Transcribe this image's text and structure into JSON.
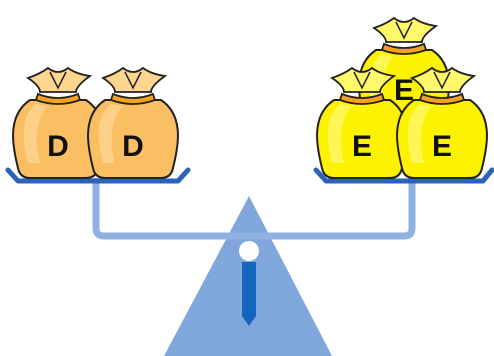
{
  "colors": {
    "beam": "#7fa7dc",
    "beam_stroke": "#4a7cc7",
    "pan": "#2a63b8",
    "fulcrum": "#7fa7dc",
    "pointer": "#1565c0",
    "bag_d_fill": "#fbbf63",
    "bag_d_light": "#fcd58f",
    "bag_e_fill": "#fdf300",
    "bag_e_light": "#fff86b",
    "bag_stroke": "#222222",
    "tie": "#f7a21b"
  },
  "left_pan": {
    "bags": [
      {
        "letter": "D"
      },
      {
        "letter": "D"
      }
    ]
  },
  "right_pan": {
    "bags": [
      {
        "letter": "E"
      },
      {
        "letter": "E"
      },
      {
        "letter": "E"
      }
    ]
  }
}
